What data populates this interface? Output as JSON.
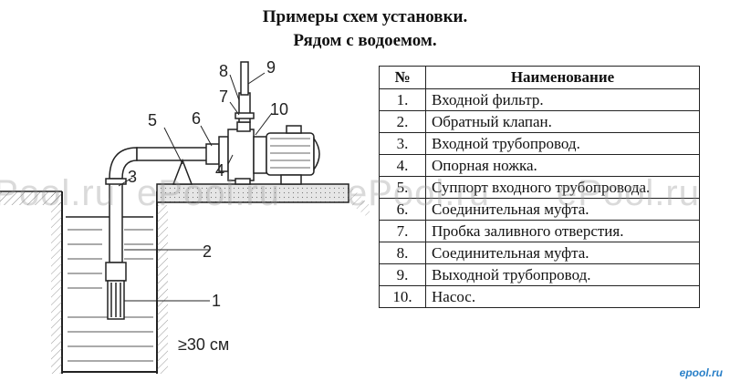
{
  "title_line1": "Примеры схем установки.",
  "title_line2": "Рядом с водоемом.",
  "diagram": {
    "callouts": [
      "1",
      "2",
      "3",
      "4",
      "5",
      "6",
      "7",
      "8",
      "9",
      "10"
    ],
    "depth_label": "≥30 см"
  },
  "table": {
    "header_num": "№",
    "header_name": "Наименование",
    "rows": [
      {
        "num": "1.",
        "name": "Входной фильтр."
      },
      {
        "num": "2.",
        "name": "Обратный клапан."
      },
      {
        "num": "3.",
        "name": "Входной трубопровод."
      },
      {
        "num": "4.",
        "name": "Опорная ножка."
      },
      {
        "num": "5.",
        "name": "Суппорт входного трубопровода."
      },
      {
        "num": "6.",
        "name": "Соединительная муфта."
      },
      {
        "num": "7.",
        "name": "Пробка заливного отверстия."
      },
      {
        "num": "8.",
        "name": "Соединительная муфта."
      },
      {
        "num": "9.",
        "name": "Выходной трубопровод."
      },
      {
        "num": "10.",
        "name": "Насос."
      }
    ]
  },
  "watermark": "ePool.ru",
  "logo": "epool.ru"
}
